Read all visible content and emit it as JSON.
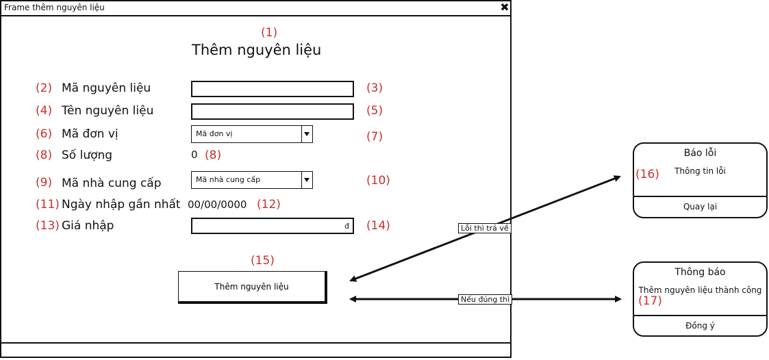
{
  "window": {
    "title": "Frame thêm nguyên liệu",
    "close_symbol": "✖"
  },
  "heading": {
    "marker": "(1)",
    "text": "Thêm nguyên liệu"
  },
  "fields": {
    "ma_nl": {
      "marker_label": "(2)",
      "label": "Mã nguyên liệu",
      "value": "",
      "marker_input": "(3)"
    },
    "ten_nl": {
      "marker_label": "(4)",
      "label": "Tên nguyên liệu",
      "value": "",
      "marker_input": "(5)"
    },
    "don_vi": {
      "marker_label": "(6)",
      "label": "Mã đơn vị",
      "selected": "Mã đơn vị",
      "marker_input": "(7)"
    },
    "so_luong": {
      "marker_label": "(8)",
      "label": "Số lượng",
      "value": "0",
      "marker_value": "(8)"
    },
    "nha_cc": {
      "marker_label": "(9)",
      "label": "Mã nhà cung cấp",
      "selected": "Mã nhà cung cấp",
      "marker_input": "(10)"
    },
    "ngay_nhap": {
      "marker_label": "(11)",
      "label": "Ngày nhập gần nhất",
      "value": "00/00/0000",
      "marker_value": "(12)"
    },
    "gia_nhap": {
      "marker_label": "(13)",
      "label": "Giá nhập",
      "suffix": "đ",
      "marker_input": "(14)"
    }
  },
  "submit": {
    "marker": "(15)",
    "label": "Thêm nguyên liệu"
  },
  "error_dialog": {
    "title": "Báo lỗi",
    "message": "Thông tin lỗi",
    "marker": "(16)",
    "button": "Quay lại"
  },
  "success_dialog": {
    "title": "Thông báo",
    "message": "Thêm nguyên liệu thành công",
    "marker": "(17)",
    "button": "Đồng ý"
  },
  "flow": {
    "error_label": "Lỗi thì trả về",
    "success_label": "Nếu đúng thì"
  }
}
